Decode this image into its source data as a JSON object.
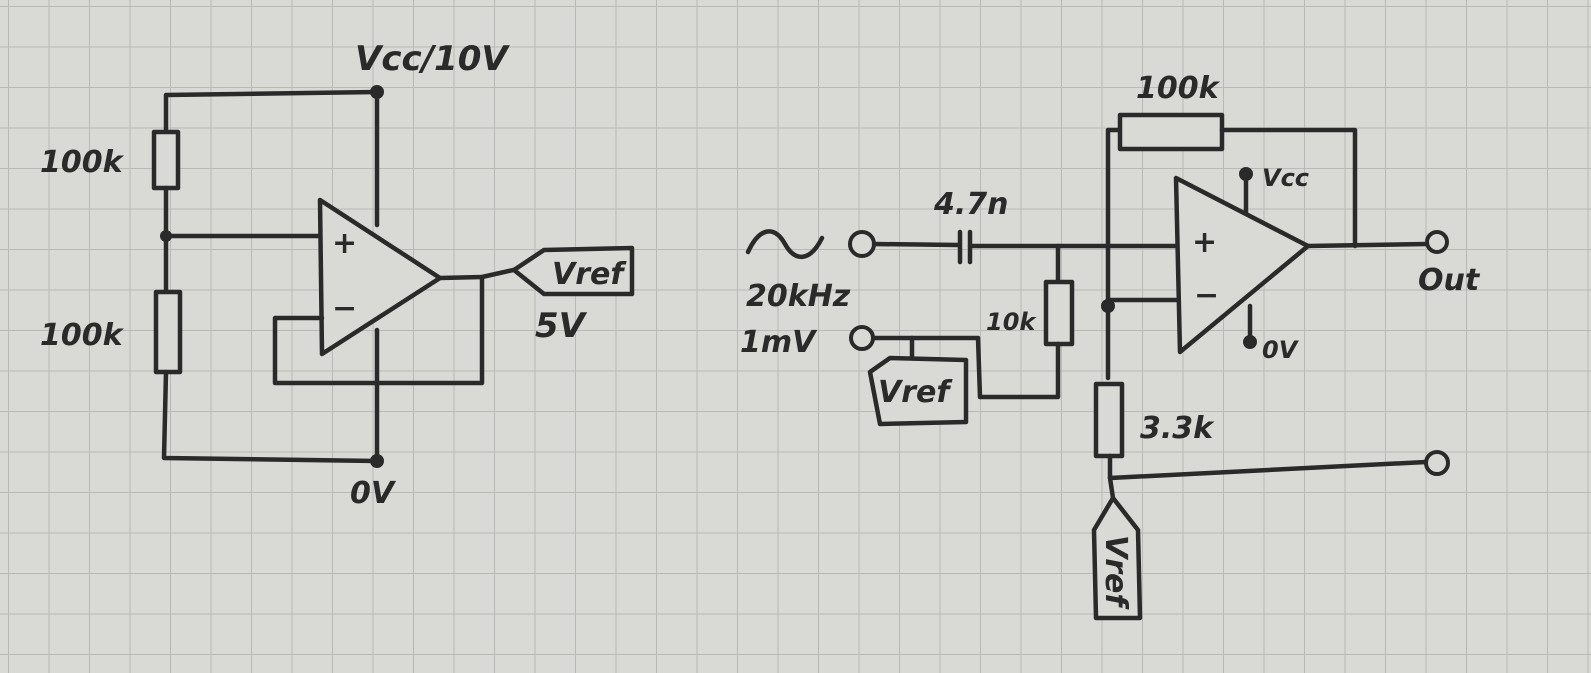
{
  "colors": {
    "paper": "#d9d9d6",
    "grid": "#b9bab7",
    "ink": "#2a2a2a"
  },
  "left_circuit": {
    "supply_label": "Vcc/10V",
    "r_top_label": "100k",
    "r_bottom_label": "100k",
    "ground_label": "0V",
    "opamp_plus": "+",
    "opamp_minus": "−",
    "output_tag": "Vref",
    "output_voltage": "5V"
  },
  "right_circuit": {
    "feedback_resistor_label": "100k",
    "capacitor_label": "4.7n",
    "source_frequency": "20kHz",
    "source_amplitude": "1mV",
    "bias_resistor_label": "10k",
    "ref_tag_left": "Vref",
    "ground_resistor_label": "3.3k",
    "ref_tag_bottom": "Vref",
    "opamp_plus": "+",
    "opamp_minus": "−",
    "opamp_supply": "Vcc",
    "opamp_ground": "0V",
    "output_label": "Out"
  }
}
